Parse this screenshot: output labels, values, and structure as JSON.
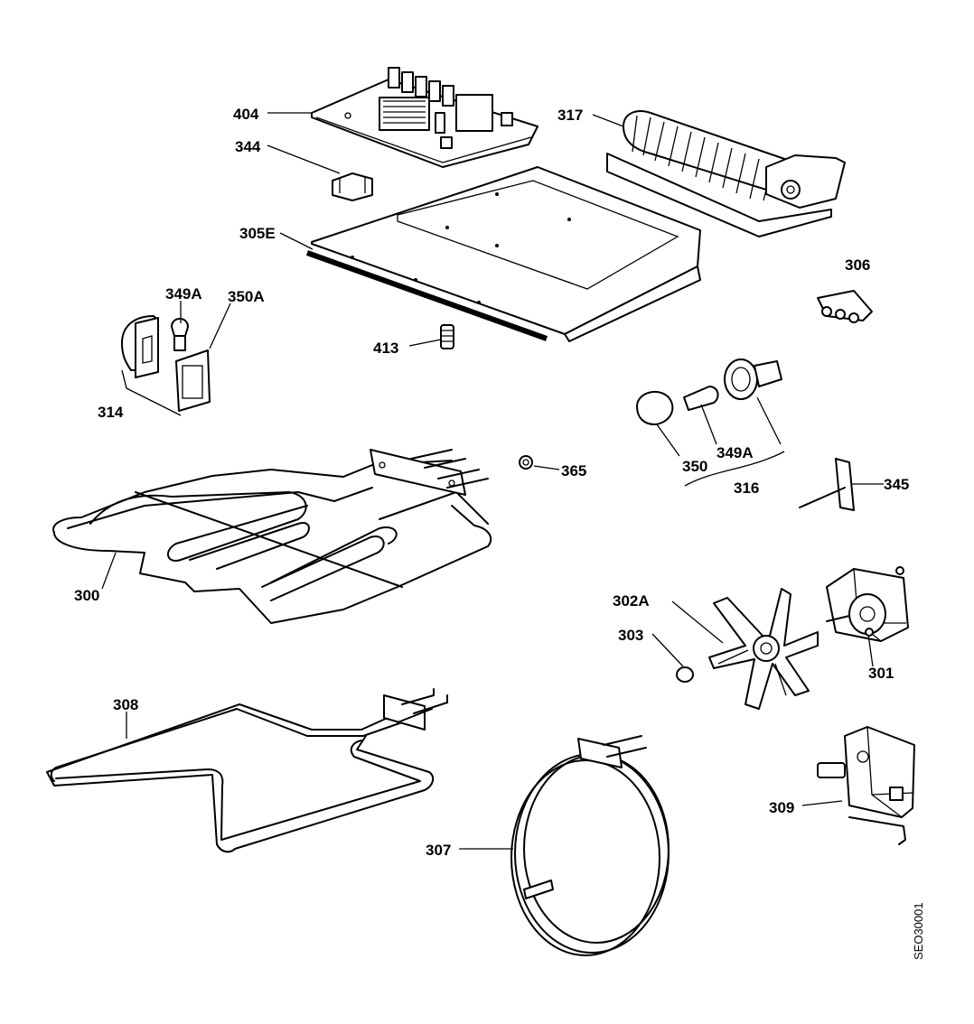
{
  "labels": {
    "l404": "404",
    "l344": "344",
    "l317": "317",
    "l305E": "305E",
    "l306": "306",
    "l349A_left": "349A",
    "l350A": "350A",
    "l413": "413",
    "l314": "314",
    "l350": "350",
    "l349A_right": "349A",
    "l316": "316",
    "l365": "365",
    "l345": "345",
    "l300": "300",
    "l302A": "302A",
    "l303": "303",
    "l301": "301",
    "l308": "308",
    "l309": "309",
    "l307": "307"
  },
  "drawing_code": "SEO30001"
}
